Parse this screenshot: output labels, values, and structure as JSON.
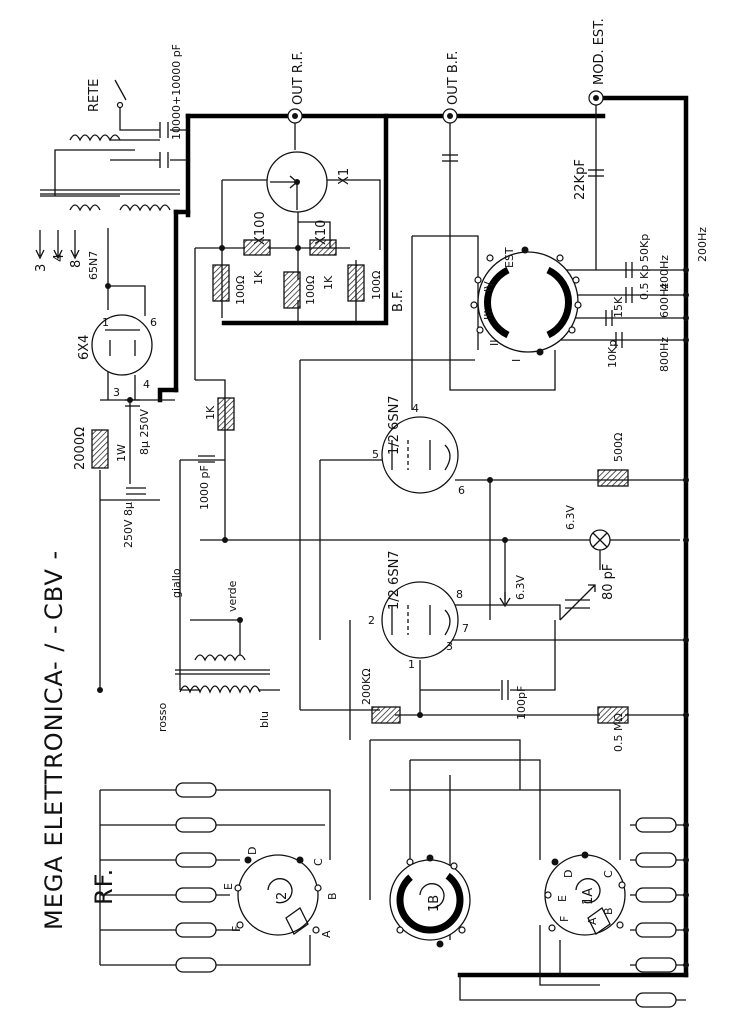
{
  "title": {
    "company": "MEGA ELETTRONICA",
    "sep": "- / -",
    "model": "CBV -",
    "section": "RF."
  },
  "connectors": {
    "rete": "RETE",
    "out_rf": "OUT R.F.",
    "out_bf": "OUT B.F.",
    "mod_est": "MOD. EST."
  },
  "transformer": {
    "caps": "10000+10000 pF",
    "taps": [
      "3",
      "4",
      "8",
      "65N7"
    ]
  },
  "rectifier": {
    "tube": "6X4",
    "pin1": "1",
    "pin6": "6",
    "pin4": "4",
    "pin3": "3"
  },
  "filter": {
    "res": "2000Ω",
    "res_w": "1W",
    "cap_top": "8μ 250V",
    "cap_bottom": "250V 8μ"
  },
  "meter_section": {
    "x100": "X100",
    "x10": "X10",
    "x1": "X1",
    "r1k_a": "1K",
    "r1k_b": "1K",
    "r100_a": "100Ω",
    "r100_b": "100Ω",
    "r100_c": "100Ω",
    "bf": "B.F."
  },
  "bf_switch": {
    "est": "EST",
    "positions": [
      "IV",
      "III",
      "II",
      "I"
    ],
    "caps": [
      "50Kp",
      "0.5 Kp",
      "15K",
      "10Kp"
    ],
    "freqs": [
      "800Hz",
      "600Hz",
      "400Hz",
      "200Hz"
    ]
  },
  "out_bf_cap": "22KpF",
  "tube_top": {
    "label": "1/2 6SN7",
    "pin4": "4",
    "pin5": "5",
    "pin6": "6"
  },
  "tube_bottom": {
    "label": "1/2 6SN7",
    "pin2": "2",
    "pin1": "1",
    "pin3": "3",
    "pin8": "8",
    "pin7": "7"
  },
  "coupling": {
    "r1k": "1K",
    "c1000": "1000 pF",
    "r500": "500Ω",
    "lamp": "6.3V",
    "heater": "6.3V",
    "var_cap": "80 pF",
    "r200k": "200KΩ",
    "c100": "100pF",
    "r05m": "0.5 MΩ"
  },
  "coil": {
    "giallo": "giallo",
    "verde": "verde",
    "rosso": "rosso",
    "blu": "blu"
  },
  "switch_2": {
    "num": "2",
    "letters": [
      "D",
      "C",
      "E",
      "B",
      "F",
      "A"
    ]
  },
  "switch_1b": {
    "num": "1B"
  },
  "switch_1a": {
    "num": "1A",
    "letters": [
      "D",
      "C",
      "E",
      "B",
      "F",
      "A"
    ]
  }
}
